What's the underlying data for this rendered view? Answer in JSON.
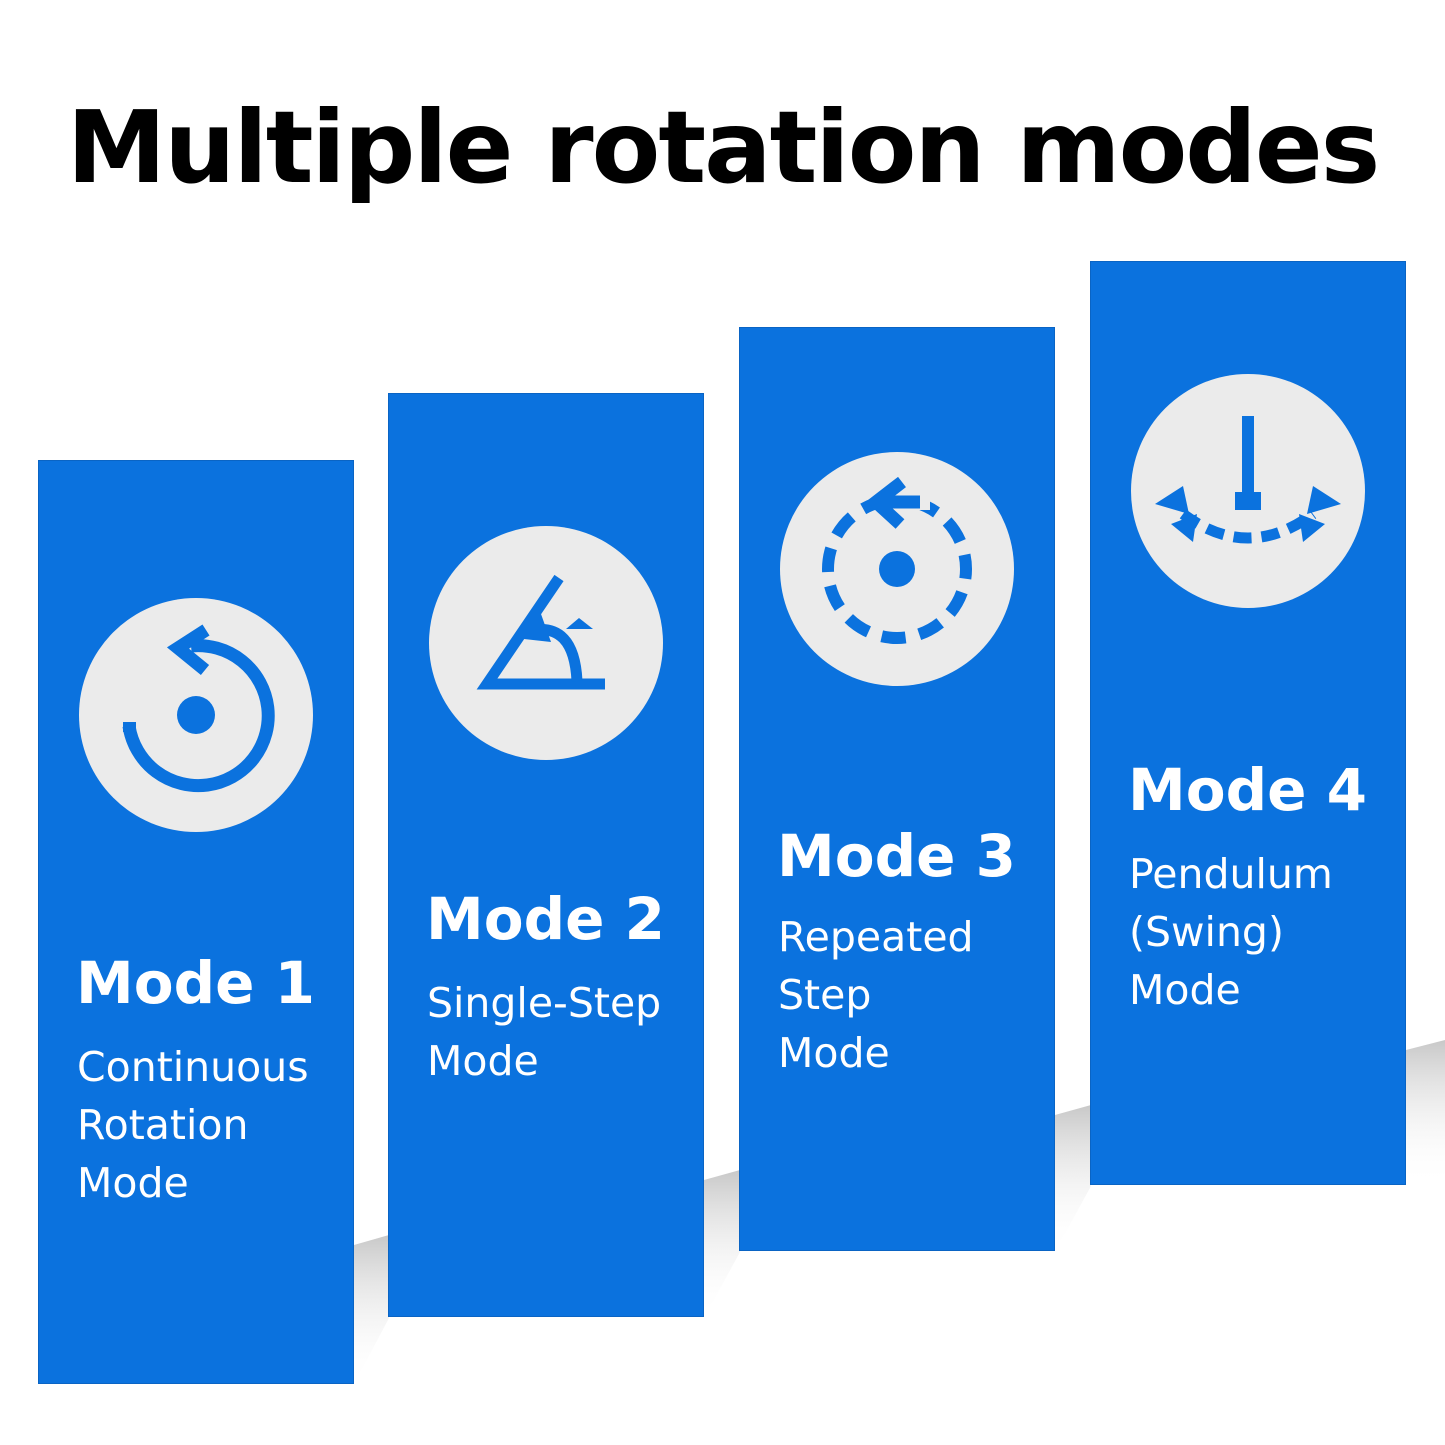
{
  "header": {
    "title": "Multiple rotation modes"
  },
  "colors": {
    "card_blue": "#0b72de",
    "icon_circle": "#ebebeb",
    "title": "#000000"
  },
  "cards": [
    {
      "mode": "Mode 1",
      "description": "Continuous\nRotation\nMode",
      "icon": "continuous-rotation-icon"
    },
    {
      "mode": "Mode 2",
      "description": "Single-Step\nMode",
      "icon": "single-step-angle-icon"
    },
    {
      "mode": "Mode 3",
      "description": "Repeated\nStep\nMode",
      "icon": "repeated-step-icon"
    },
    {
      "mode": "Mode 4",
      "description": "Pendulum\n(Swing)\nMode",
      "icon": "pendulum-swing-icon"
    }
  ]
}
